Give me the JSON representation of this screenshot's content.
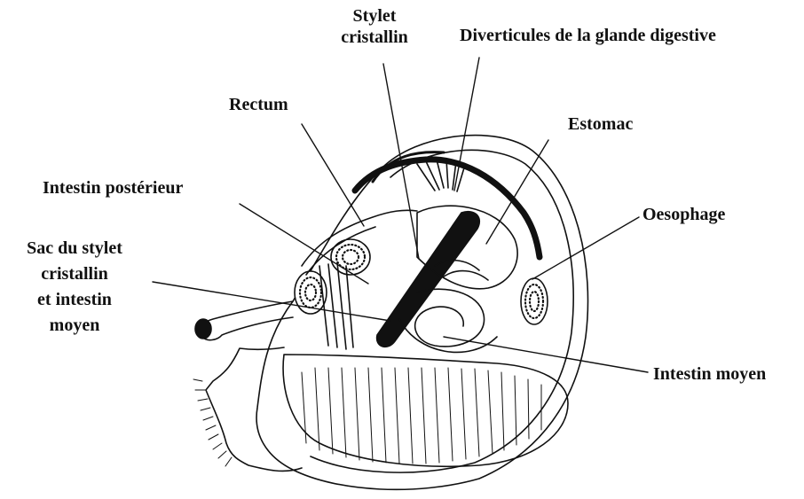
{
  "labels": {
    "stylet_line1": "Stylet",
    "stylet_line2": "cristallin",
    "diverticules": "Diverticules de la glande digestive",
    "rectum": "Rectum",
    "estomac": "Estomac",
    "intestin_posterieur": "Intestin postérieur",
    "oesophage": "Oesophage",
    "sac_line1": "Sac du stylet",
    "sac_line2": "cristallin",
    "sac_line3": "et intestin",
    "sac_line4": "moyen",
    "intestin_moyen": "Intestin moyen"
  },
  "colors": {
    "ink": "#111111",
    "background": "#ffffff"
  }
}
